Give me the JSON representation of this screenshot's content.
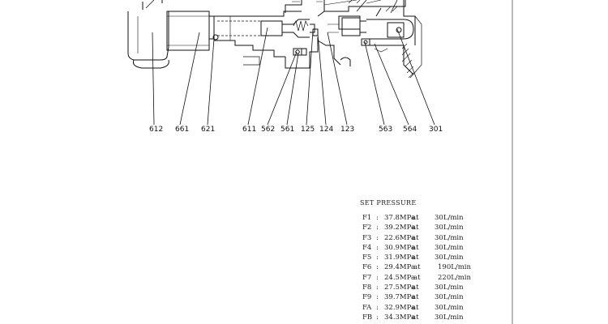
{
  "part_callouts": [
    {
      "id": "612"
    },
    {
      "id": "661"
    },
    {
      "id": "621"
    },
    {
      "id": "611"
    },
    {
      "id": "562"
    },
    {
      "id": "561"
    },
    {
      "id": "125"
    },
    {
      "id": "124"
    },
    {
      "id": "123"
    },
    {
      "id": "563"
    },
    {
      "id": "564"
    },
    {
      "id": "301"
    }
  ],
  "set_pressure": {
    "title": "SET PRESSURE",
    "rows": [
      {
        "id": "F1",
        "sep": ":",
        "value": "37.8MPa",
        "at": "at",
        "flow": "30L/min"
      },
      {
        "id": "F2",
        "sep": ":",
        "value": "39.2MPa",
        "at": "at",
        "flow": "30L/min"
      },
      {
        "id": "F3",
        "sep": ":",
        "value": "22.6MPa",
        "at": "at",
        "flow": "30L/min"
      },
      {
        "id": "F4",
        "sep": ":",
        "value": "30.9MPa",
        "at": "at",
        "flow": "30L/min"
      },
      {
        "id": "F5",
        "sep": ":",
        "value": "31.9MPa",
        "at": "at",
        "flow": "30L/min"
      },
      {
        "id": "F6",
        "sep": ":",
        "value": "29.4MPa",
        "at": "at",
        "flow": "190L/min"
      },
      {
        "id": "F7",
        "sep": ":",
        "value": "24.5MPa",
        "at": "at",
        "flow": "220L/min"
      },
      {
        "id": "F8",
        "sep": ":",
        "value": "27.5MPa",
        "at": "at",
        "flow": "30L/min"
      },
      {
        "id": "F9",
        "sep": ":",
        "value": "39.7MPa",
        "at": "at",
        "flow": "30L/min"
      },
      {
        "id": "FA",
        "sep": ":",
        "value": "32.9MPa",
        "at": "at",
        "flow": "30L/min"
      },
      {
        "id": "FB",
        "sep": ":",
        "value": "34.3MPa",
        "at": "at",
        "flow": "30L/min"
      }
    ]
  }
}
